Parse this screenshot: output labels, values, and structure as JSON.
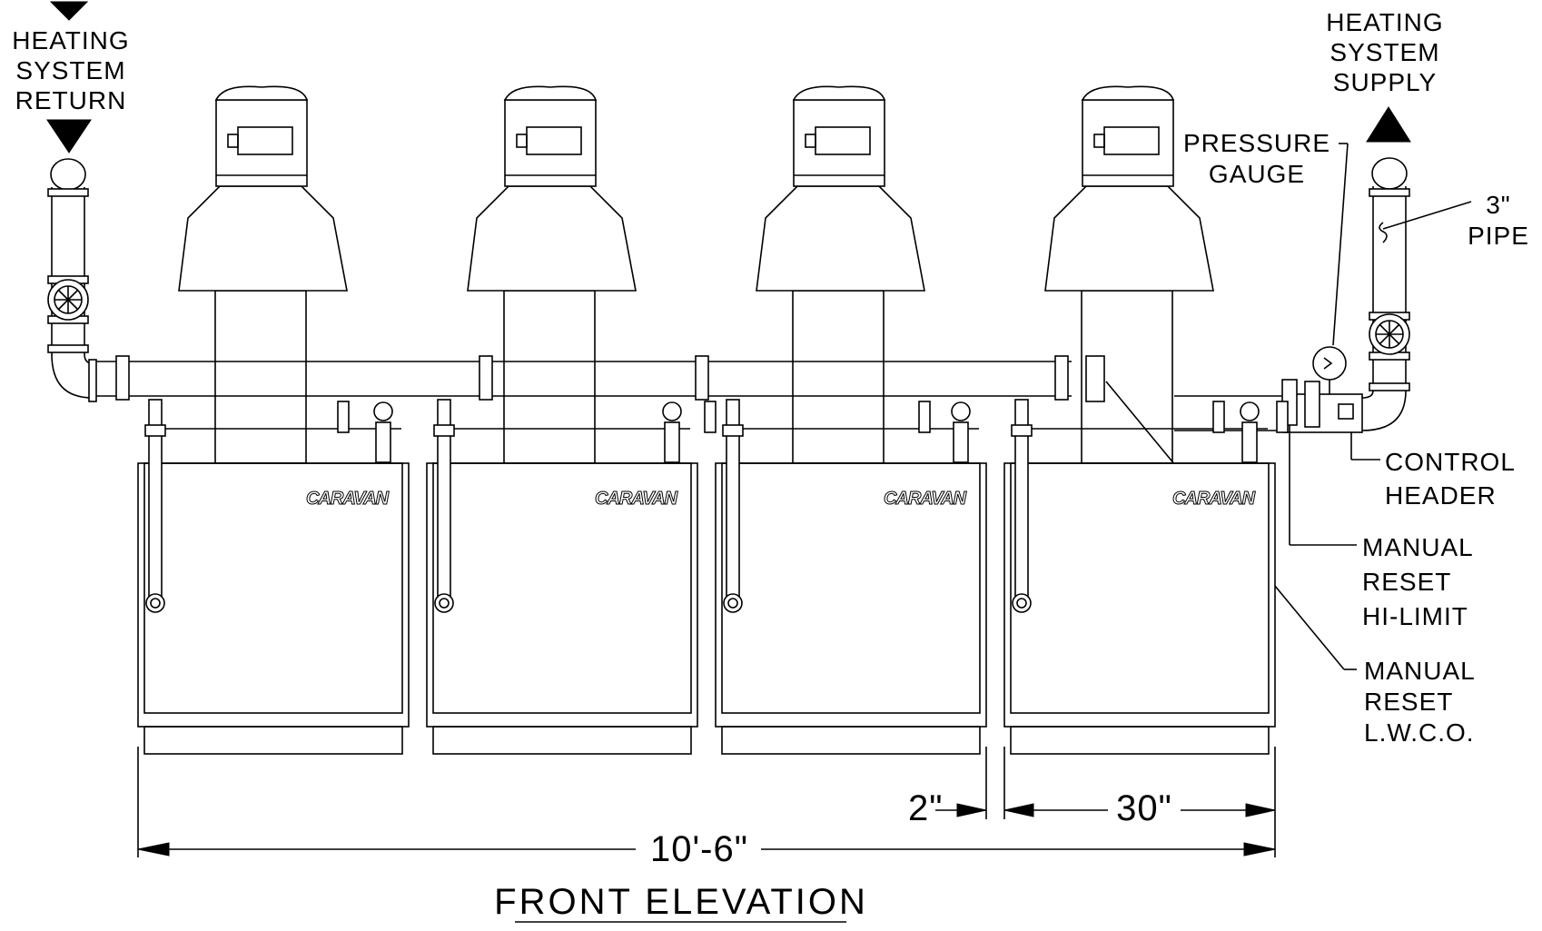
{
  "drawing": {
    "title": "FRONT ELEVATION",
    "brand": "CARAVAN",
    "labels": {
      "return": [
        "HEATING",
        "SYSTEM",
        "RETURN"
      ],
      "supply": [
        "HEATING",
        "SYSTEM",
        "SUPPLY"
      ],
      "pressure_gauge": [
        "PRESSURE",
        "GAUGE"
      ],
      "pipe": [
        "3\"",
        "PIPE"
      ],
      "control_header": [
        "CONTROL",
        "HEADER"
      ],
      "hi_limit": [
        "MANUAL",
        "RESET",
        "HI-LIMIT"
      ],
      "lwco": [
        "MANUAL",
        "RESET",
        "L.W.C.O."
      ]
    },
    "dimensions": {
      "overall": "10'-6\"",
      "gap": "2\"",
      "unit_width": "30\""
    },
    "boiler_count": 4
  }
}
